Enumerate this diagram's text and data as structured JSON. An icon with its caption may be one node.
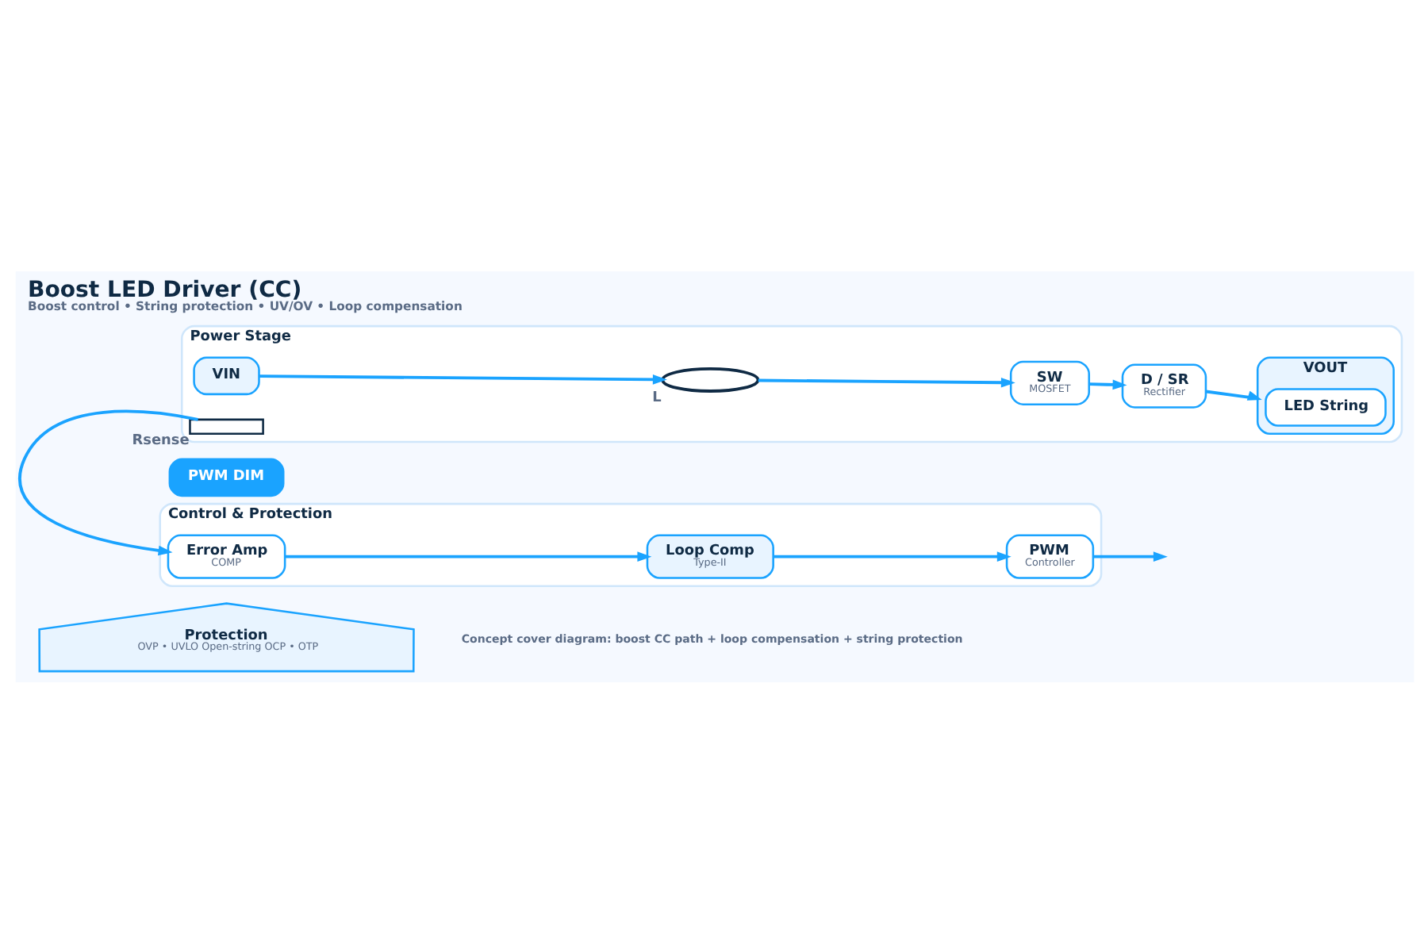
{
  "diagram": {
    "title": "Boost LED Driver (CC)",
    "caption": "Concept cover diagram: boost CC path + loop compensation + string protection",
    "nodes": [
      {
        "text": [
          "Power Stage"
        ]
      },
      {
        "text": [
          "VIN"
        ],
        "in": 0
      },
      {
        "text": [],
        "shape": "coil",
        "beside": [
          "L"
        ],
        "in": 0
      },
      {
        "text": [
          "SW",
          "MOSFET"
        ],
        "in": 0
      },
      {
        "text": [
          "D / SR",
          "Rectifier"
        ],
        "in": 0
      },
      {
        "text": [
          "VOUT"
        ],
        "in": 0
      },
      {
        "text": [
          "LED String"
        ],
        "in": 5
      },
      {
        "text": [],
        "shape": "resistor",
        "beside": [
          "Rsense"
        ],
        "in": 0
      },
      {
        "text": [
          "PWM DIM"
        ]
      },
      {
        "text": [
          "Control & Protection"
        ]
      },
      {
        "text": [
          "Error Amp",
          "COMP"
        ],
        "in": 9
      },
      {
        "text": [
          "Loop Comp",
          "Type-II"
        ],
        "in": 9
      },
      {
        "text": [
          "PWM",
          "Controller"
        ],
        "in": 9
      },
      {
        "text": [
          "Protection",
          "OVP • UVLO Open-string OCP • OTP"
        ]
      }
    ],
    "edges": [
      {
        "from": 1,
        "to": 2,
        "arrow": "to"
      },
      {
        "from": 2,
        "to": 3,
        "arrow": "to"
      },
      {
        "from": 3,
        "to": 4,
        "arrow": "to"
      },
      {
        "from": 4,
        "to": 5,
        "arrow": "to"
      },
      {
        "from": 7,
        "to": 10,
        "arrow": "to"
      },
      {
        "from": 10,
        "to": 11,
        "arrow": "to"
      },
      {
        "from": 11,
        "to": 12,
        "arrow": "to"
      },
      {
        "from": 12,
        "to": null,
        "arrow": "to"
      }
    ],
    "labels": [
      "Boost control • String protection • UV/OV • Loop compensation"
    ]
  }
}
